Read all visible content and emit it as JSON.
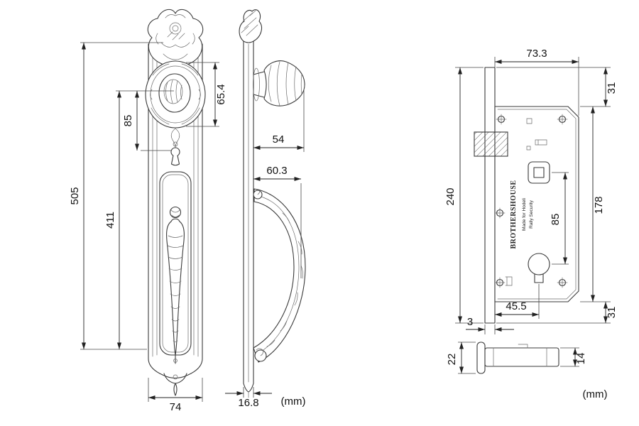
{
  "drawing": {
    "front": {
      "overall_height": "505",
      "inner_height": "411",
      "knob_to_key": "85",
      "rosette_height": "65.4",
      "plate_width": "74"
    },
    "side": {
      "knob_depth": "54",
      "handle_depth": "60.3",
      "thickness": "16.8",
      "units": "(mm)"
    },
    "lock": {
      "width": "73.3",
      "top_offset": "31",
      "faceplate_height": "240",
      "body_height": "178",
      "hub_to_cylinder": "85",
      "backset": "45.5",
      "bottom_offset": "31",
      "faceplate_thickness": "3",
      "brand": "BROTHERSHOUSE",
      "made_for": "Made for Hodeli",
      "security": "Rally Security"
    },
    "bolt": {
      "plate_height": "22",
      "bolt_height": "14",
      "units": "(mm)"
    }
  }
}
